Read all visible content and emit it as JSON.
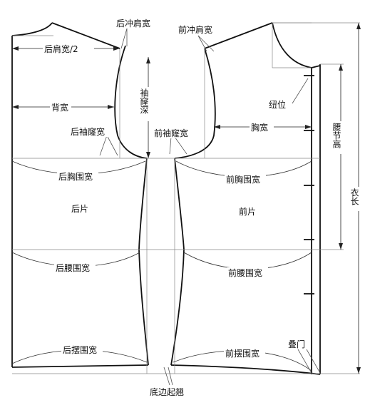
{
  "labels": {
    "back_shoulder_slope": "后冲肩宽",
    "front_shoulder_slope": "前冲肩宽",
    "back_shoulder_half": "后肩宽/2",
    "back_width": "背宽",
    "armhole_depth": "袖窿深",
    "back_armhole_width": "后袖窿宽",
    "front_armhole_width": "前袖窿宽",
    "button_position": "纽位",
    "chest_width": "胸宽",
    "waist_length": "腰节高",
    "garment_length": "衣长",
    "back_chest_girth": "后胸围宽",
    "front_chest_girth": "前胸围宽",
    "back_panel": "后片",
    "front_panel": "前片",
    "back_waist_girth": "后腰围宽",
    "front_waist_girth": "前腰围宽",
    "back_hem_girth": "后摆围宽",
    "front_hem_girth": "前摆围宽",
    "overlap": "叠门",
    "hem_rise": "底边起翘"
  },
  "colors": {
    "outline": "#111111",
    "guide": "#888888"
  }
}
